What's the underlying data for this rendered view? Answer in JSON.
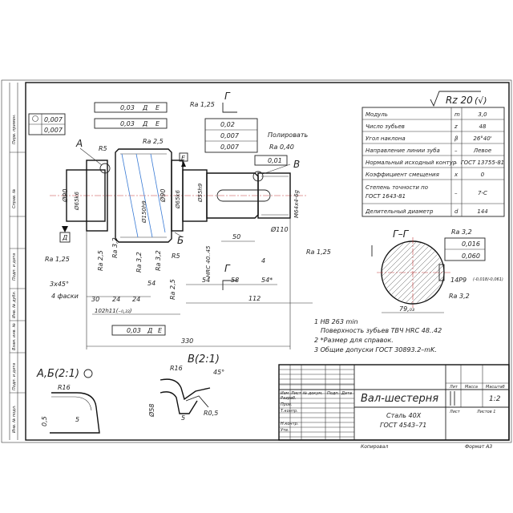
{
  "roughness": {
    "general": "Rz 20",
    "bracket": "(√)"
  },
  "spec_table": {
    "rows": [
      {
        "name": "Модуль",
        "sym": "m",
        "value": "3,0"
      },
      {
        "name": "Число зубьев",
        "sym": "z",
        "value": "48"
      },
      {
        "name": "Угол наклона",
        "sym": "β",
        "value": "26°40'"
      },
      {
        "name": "Направление линии зуба",
        "sym": "–",
        "value": "Левое"
      },
      {
        "name": "Нормальный исходный контур",
        "sym": "–",
        "value": "ГОСТ 13755-81"
      },
      {
        "name": "Коэффициент смещения",
        "sym": "x",
        "value": "0"
      },
      {
        "name": "Степень точности по ГОСТ 1643-81",
        "sym": "–",
        "value": "7-С"
      },
      {
        "name": "Делительный диаметр",
        "sym": "d",
        "value": "144"
      }
    ]
  },
  "labels": {
    "A": "А",
    "B": "В",
    "Bsoft": "Б",
    "G": "Г",
    "E": "Е",
    "GG": "Г–Г",
    "polish": "Полировать",
    "ra125": "Ra 1,25",
    "ra25": "Ra 2,5",
    "ra32": "Ra 3,2",
    "ra040": "Ra 0,40",
    "r5": "R5",
    "hrc": "HRC 40..45",
    "m64": "М64х4-6g",
    "phi90": "Ø90",
    "phi65": "Ø65k6",
    "phi150": "Ø150h9",
    "phi55": "Ø55h9",
    "chamfer": "3х45°",
    "chamfer_note": "4 фаски",
    "d110": "Ø110",
    "tol_0007": "0,007",
    "tol_003": "0,03",
    "tol_002": "0,02",
    "tol_001": "0,01",
    "tol_0016": "0,016",
    "tol_0060": "0,060",
    "Dlet": "Д",
    "Elet": "Е",
    "key": "14Р9",
    "key_tol": "(-0,018/-0,061)",
    "dim79": "79,₀₃"
  },
  "dims": {
    "d30": "30",
    "d24": "24",
    "d54": "54",
    "d54b": "54",
    "d58": "58",
    "d54s": "54*",
    "d112": "112",
    "d102": "102h11(₋₀,₂₂)",
    "d330": "330",
    "d50": "50",
    "d4": "4",
    "d24b": "24"
  },
  "notes": {
    "n1": "1  НВ 263 min",
    "n1b": "Поверхность зубьев ТВЧ HRC 48..42",
    "n2": "2  *Размер для справок.",
    "n3": "3  Общие допуски ГОСТ 30893.2–mK."
  },
  "details": {
    "ab_title": "А,Б(2:1)",
    "b_title": "В(2:1)",
    "r16": "R16",
    "r16b": "R16",
    "d05": "0,5",
    "d5": "5",
    "d5b": "5",
    "a45": "45°",
    "r05": "R0,5",
    "phi58": "Ø58"
  },
  "title_block": {
    "title": "Вал-шестерня",
    "material": "Сталь 40Х",
    "material_std": "ГОСТ 4543–71",
    "lit": "Лит",
    "mass": "Масса",
    "scale": "Масштаб",
    "scale_value": "1:2",
    "sheet": "Лист",
    "sheets": "Листов  1",
    "rows": [
      "Изм",
      "Лист",
      "№ докум.",
      "Подп.",
      "Дата"
    ],
    "roles": [
      "Разраб.",
      "Пров.",
      "Т.контр.",
      "",
      "Н.контр.",
      "Утв."
    ],
    "copied": "Копировал",
    "format": "Формат  А3"
  },
  "margin": [
    "Перв. примен.",
    "Справ. №",
    "Подп. и дата",
    "Инв. № дубл.",
    "Взам. инв. №",
    "Подп. и дата",
    "Инв. № подл."
  ]
}
